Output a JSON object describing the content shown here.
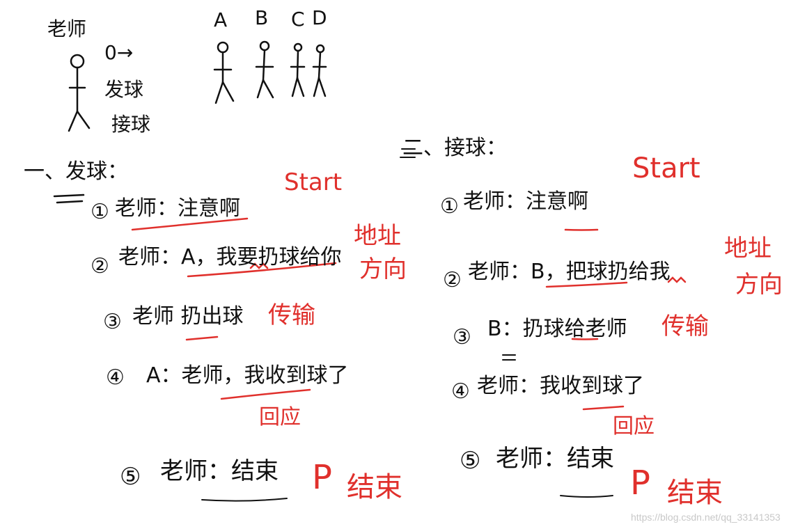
{
  "colors": {
    "ink": "#111111",
    "red": "#e0302c",
    "bg": "#ffffff"
  },
  "top": {
    "teacher_label": "老师",
    "ball_arrow": "0→",
    "serve": "发球",
    "receive": "接球",
    "people": [
      "A",
      "B",
      "C",
      "D"
    ]
  },
  "left": {
    "heading": "一、发球：",
    "steps": [
      {
        "num": "①",
        "text": "老师：注意啊"
      },
      {
        "num": "②",
        "text": "老师：A，我要扔球给你"
      },
      {
        "num": "③",
        "text": "老师 扔出球"
      },
      {
        "num": "④",
        "text": "A：老师，我收到球了"
      },
      {
        "num": "⑤",
        "text": "老师：结束"
      }
    ],
    "notes": {
      "start": "Start",
      "address": "地址",
      "direction": "方向",
      "transfer": "传输",
      "respond": "回应",
      "end_p": "P",
      "end": "结束"
    }
  },
  "right": {
    "heading": "二、接球：",
    "steps": [
      {
        "num": "①",
        "text": "老师：注意啊"
      },
      {
        "num": "②",
        "text": "老师：B，把球扔给我"
      },
      {
        "num": "③",
        "text": "B：扔球给老师"
      },
      {
        "num": "④",
        "text": "老师：我收到球了"
      },
      {
        "num": "⑤",
        "text": "老师：结束"
      }
    ],
    "notes": {
      "start": "Start",
      "address": "地址",
      "direction": "方向",
      "transfer": "传输",
      "respond": "回应",
      "end_p": "P",
      "end": "结束"
    }
  },
  "watermark": "https://blog.csdn.net/qq_33141353"
}
